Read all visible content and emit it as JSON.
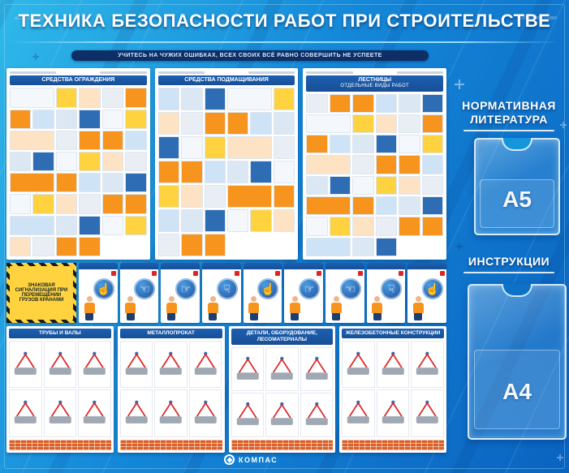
{
  "header": {
    "title": "ТЕХНИКА БЕЗОПАСНОСТИ РАБОТ ПРИ СТРОИТЕЛЬСТВЕ"
  },
  "motto": {
    "text": "УЧИТЕСЬ НА ЧУЖИХ ОШИБКАХ, ВСЕХ СВОИХ ВСЁ РАВНО СОВЕРШИТЬ НЕ УСПЕЕТЕ"
  },
  "posters_top": [
    {
      "title": "СРЕДСТВА ОГРАЖДЕНИЯ"
    },
    {
      "title": "СРЕДСТВА ПОДМАЩИВАНИЯ"
    },
    {
      "title": "ЛЕСТНИЦЫ",
      "subtitle": "ОТДЕЛЬНЫЕ ВИДЫ РАБОТ"
    }
  ],
  "signals": {
    "warning_label": "ЗНАКОВАЯ СИГНАЛИЗАЦИЯ ПРИ ПЕРЕМЕЩЕНИИ ГРУЗОВ КРАНАМИ",
    "cards": [
      {
        "icon": "hand-up-icon",
        "glyph": "☝"
      },
      {
        "icon": "hand-left-icon",
        "glyph": "☜"
      },
      {
        "icon": "hand-right-icon",
        "glyph": "☞"
      },
      {
        "icon": "hand-down-icon",
        "glyph": "☟"
      },
      {
        "icon": "hand-up-icon",
        "glyph": "☝"
      },
      {
        "icon": "hand-right-icon",
        "glyph": "☞"
      },
      {
        "icon": "hand-left-icon",
        "glyph": "☜"
      },
      {
        "icon": "hand-down-icon",
        "glyph": "☟"
      },
      {
        "icon": "hand-up-icon",
        "glyph": "☝"
      }
    ]
  },
  "posters_bottom": [
    {
      "title": "ТРУБЫ И ВАЛЫ"
    },
    {
      "title": "МЕТАЛЛОПРОКАТ"
    },
    {
      "title": "ДЕТАЛИ, ОБОРУДОВАНИЕ, ЛЕСОМАТЕРИАЛЫ"
    },
    {
      "title": "ЖЕЛЕЗОБЕТОННЫЕ КОНСТРУКЦИИ"
    }
  ],
  "pockets": {
    "literature_label": "НОРМАТИВНАЯ ЛИТЕРАТУРА",
    "literature_size": "А5",
    "instructions_label": "ИНСТРУКЦИИ",
    "instructions_size": "А4"
  },
  "logo": {
    "text": "КОМПАС"
  },
  "colors": {
    "bg_top": "#2fb9ea",
    "bg_bottom": "#0a63c0",
    "header_text": "#ffffff",
    "poster_band": "#1d5fb2",
    "accent_orange": "#f7941d",
    "warning_yellow": "#ffd23f",
    "sling_red": "#e02424",
    "ribbon_navy": "#0d2f66"
  },
  "decor": {
    "tile_palette": [
      "#f4f8fd",
      "#fde3c3",
      "#f7941d",
      "#cfe3f6",
      "#2e6db4",
      "#ffd23f",
      "#e9eef5",
      "#f7941d",
      "#dbe7f3"
    ]
  }
}
